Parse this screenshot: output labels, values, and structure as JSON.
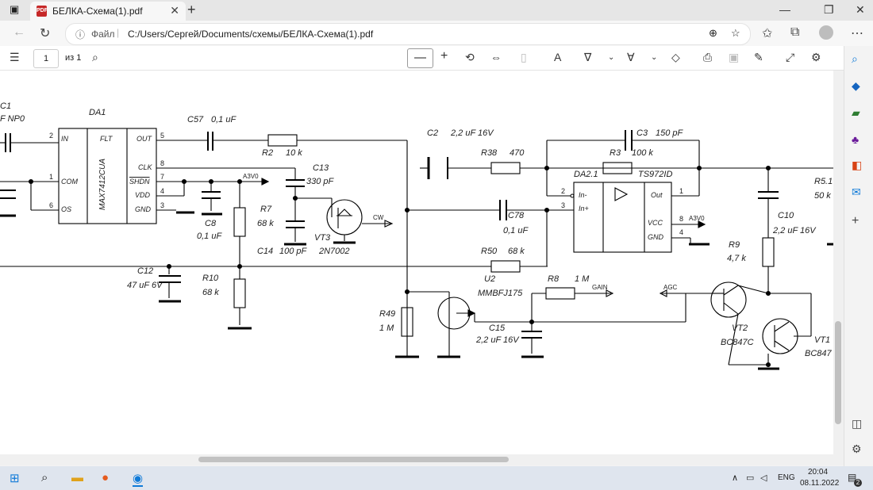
{
  "browser": {
    "tab_title": "БЕЛКА-Схема(1).pdf",
    "new_tab": "+",
    "address_scheme": "Файл",
    "address_url": "C:/Users/Сергей/Documents/схемы/БЕЛКА-Схема(1).pdf"
  },
  "pdf_toolbar": {
    "page_value": "1",
    "page_total": "из 1",
    "zoom_out": "—",
    "zoom_in": "+"
  },
  "schematic": {
    "labels": {
      "c1a": "C1",
      "c1b": "F NP0",
      "da1": "DA1",
      "da1_in": "IN",
      "da1_flt": "FLT",
      "da1_out": "OUT",
      "da1_clk": "CLK",
      "da1_shdn": "SHDN",
      "da1_vdd": "VDD",
      "da1_gnd": "GND",
      "da1_com": "COM",
      "da1_os": "OS",
      "da1_part": "MAX7412CUA",
      "p2": "2",
      "p1": "1",
      "p6": "6",
      "p5": "5",
      "p8": "8",
      "p7": "7",
      "p4": "4",
      "p3": "3",
      "c57": "C57",
      "c57v": "0,1 uF",
      "r2": "R2",
      "r2v": "10 k",
      "a3v0_1": "A3V0",
      "c13": "C13",
      "c13v": "330 pF",
      "r7": "R7",
      "r7v": "68 k",
      "c8": "C8",
      "c8v": "0,1 uF",
      "c14": "C14",
      "c14v": "100 pF",
      "vt3": "VT3",
      "vt3p": "2N7002",
      "cw": "CW",
      "c12": "C12",
      "c12v": "47 uF 6V",
      "r10": "R10",
      "r10v": "68 k",
      "c2": "C2",
      "c2v": "2,2 uF 16V",
      "r38": "R38",
      "r38v": "470",
      "c3": "C3",
      "c3v": "150 pF",
      "r3": "R3",
      "r3v": "100 k",
      "da2": "DA2.1",
      "da2p": "TS972ID",
      "da2_inm": "In-",
      "da2_inp": "In+",
      "da2_out": "Out",
      "da2_vcc": "VCC",
      "da2_gnd": "GND",
      "q2": "2",
      "q3": "3",
      "q1": "1",
      "q8": "8",
      "q4": "4",
      "a3v0_2": "A3V0",
      "c78": "C78",
      "c78v": "0,1 uF",
      "r50": "R50",
      "r50v": "68 k",
      "u2": "U2",
      "u2p": "MMBFJ175",
      "r8": "R8",
      "r8v": "1 M",
      "gain": "GAIN",
      "agc": "AGC",
      "r49": "R49",
      "r49v": "1 M",
      "c15": "C15",
      "c15v": "2,2 uF 16V",
      "r5": "R5.1",
      "r5v": "50 k",
      "c10": "C10",
      "c10v": "2,2 uF 16V",
      "r9": "R9",
      "r9v": "4,7 k",
      "vt2": "VT2",
      "vt2p": "BC847C",
      "vt1": "VT1",
      "vt1p": "BC847"
    }
  },
  "taskbar": {
    "lang": "ENG",
    "time": "20:04",
    "date": "08.11.2022",
    "notif_count": "2"
  },
  "colors": {
    "edge_blue": "#0f7ad8",
    "pdf_red": "#c62828"
  }
}
